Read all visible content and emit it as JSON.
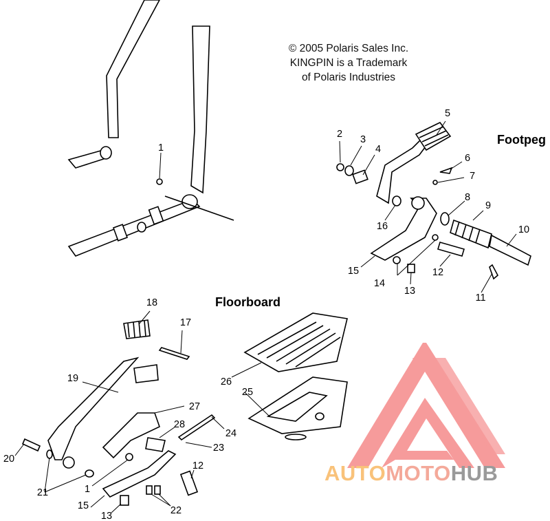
{
  "copyright_lines": [
    "© 2005 Polaris Sales Inc.",
    "KINGPIN is a Trademark",
    "of Polaris Industries"
  ],
  "sections": {
    "footpeg": "Footpeg",
    "floorboard": "Floorboard"
  },
  "callouts": {
    "c1_top": "1",
    "c2": "2",
    "c3": "3",
    "c4": "4",
    "c5": "5",
    "c6": "6",
    "c7": "7",
    "c8": "8",
    "c9": "9",
    "c10": "10",
    "c11": "11",
    "c12_top": "12",
    "c13_top": "13",
    "c14": "14",
    "c15_top": "15",
    "c16": "16",
    "c17": "17",
    "c18": "18",
    "c19": "19",
    "c20": "20",
    "c21": "21",
    "c22": "22",
    "c23": "23",
    "c24": "24",
    "c25": "25",
    "c26": "26",
    "c27": "27",
    "c28": "28",
    "c1_bottom": "1",
    "c12_bottom": "12",
    "c13_bottom": "13",
    "c15_bottom": "15"
  },
  "watermark": {
    "part1": "AUTO",
    "part2": "MOTO",
    "part3": "HUB",
    "color_main": "#f9c27a",
    "color_mid": "#f4a99a",
    "color_hub": "#9a9a9a",
    "logo_color": "#f37a7a"
  }
}
